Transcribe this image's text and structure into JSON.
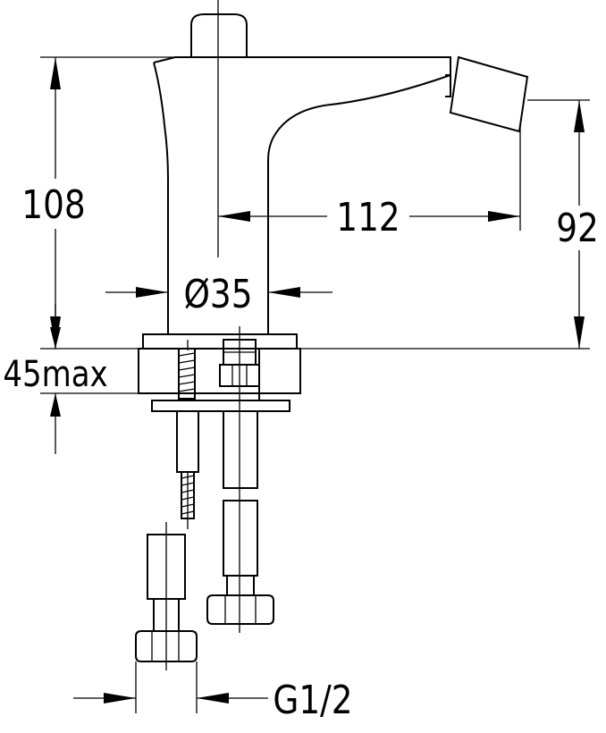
{
  "dimensions": {
    "height_total": "108",
    "spout_reach": "112",
    "outlet_height": "92",
    "body_diameter": "Ø35",
    "deck_thickness": "45max",
    "connection_thread": "G1/2"
  }
}
